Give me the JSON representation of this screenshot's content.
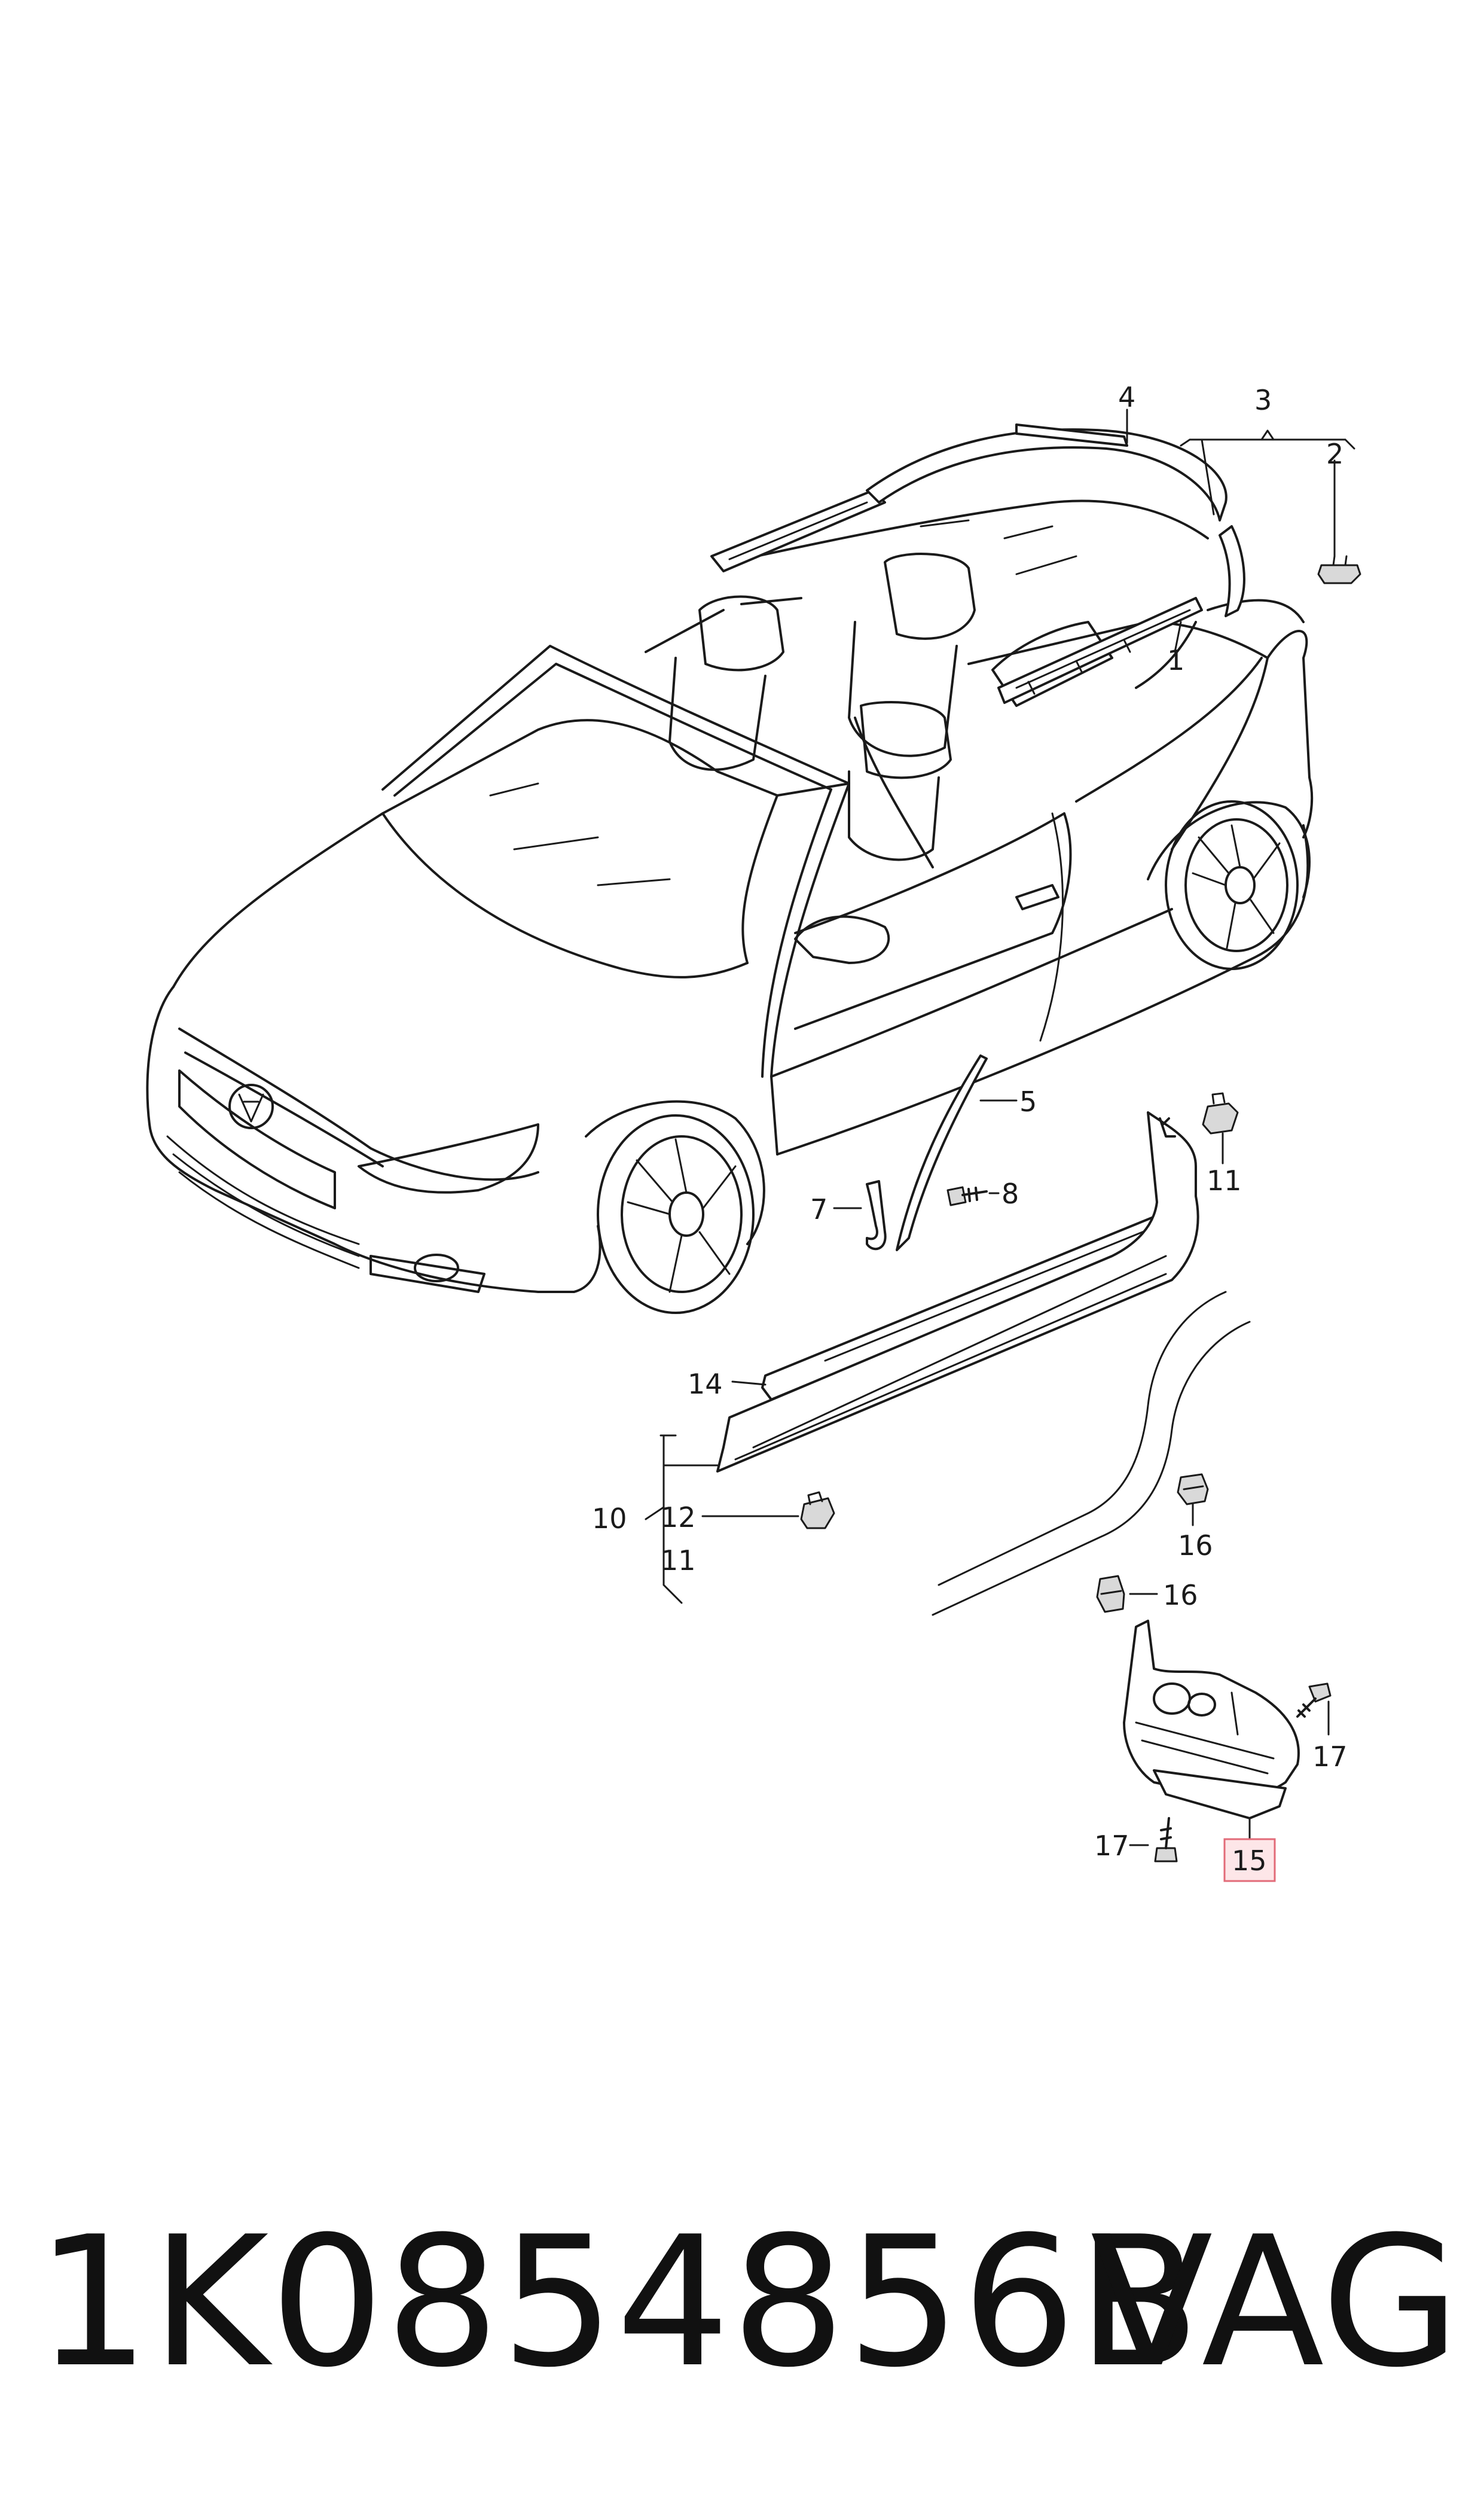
{
  "diagram": {
    "callouts": {
      "c1": "1",
      "c2": "2",
      "c3": "3",
      "c4": "4",
      "c5": "5",
      "c7": "7",
      "c8": "8",
      "c10": "10",
      "c11a": "11",
      "c11b": "11",
      "c12": "12",
      "c14": "14",
      "c15": "15",
      "c16a": "16",
      "c16b": "16",
      "c17a": "17",
      "c17b": "17"
    },
    "highlight": {
      "callout": "15",
      "color": "#e26b78",
      "fill": "#fde6e8"
    }
  },
  "footer": {
    "part_number": "1K0854856B",
    "brand": "VAG"
  }
}
